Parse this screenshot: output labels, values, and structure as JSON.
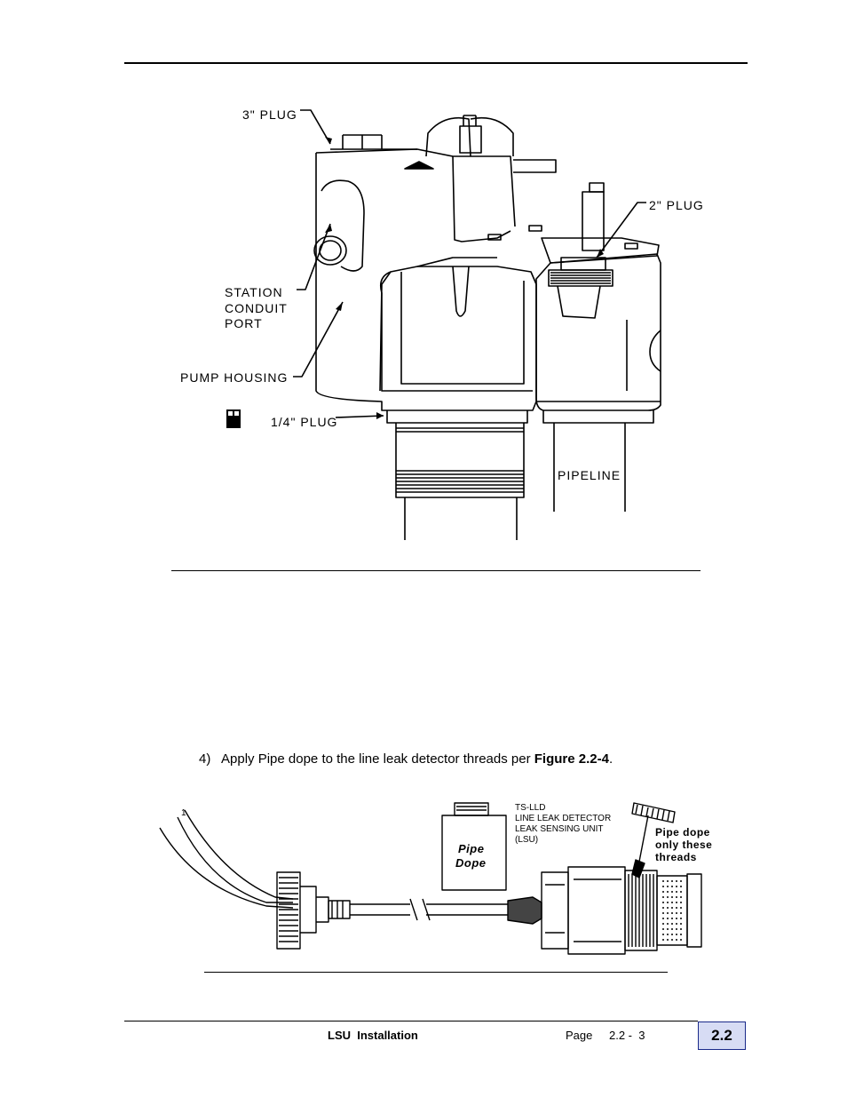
{
  "figure_top": {
    "labels": {
      "plug_3in": "3\" PLUG",
      "plug_2in": "2\" PLUG",
      "station_conduit_port": [
        "STATION",
        "CONDUIT",
        "PORT"
      ],
      "pump_housing": "PUMP HOUSING",
      "plug_quarter": "1/4\" PLUG",
      "pipeline": "PIPELINE"
    }
  },
  "instruction": {
    "number": "4)",
    "text": "Apply Pipe dope to the line leak detector threads per ",
    "figure_ref": "Figure 2.2-4",
    "end": "."
  },
  "figure_bottom": {
    "wire_mark": "1",
    "can_label": [
      "Pipe",
      "Dope"
    ],
    "unit_label": [
      "TS-LLD",
      "LINE LEAK DETECTOR",
      "LEAK SENSING UNIT",
      "(LSU)"
    ],
    "note": [
      "Pipe dope",
      "only these",
      "threads"
    ]
  },
  "footer": {
    "title": "LSU  Installation",
    "page_label": "Page",
    "page_number": "2.2 -  3",
    "section": "2.2"
  }
}
